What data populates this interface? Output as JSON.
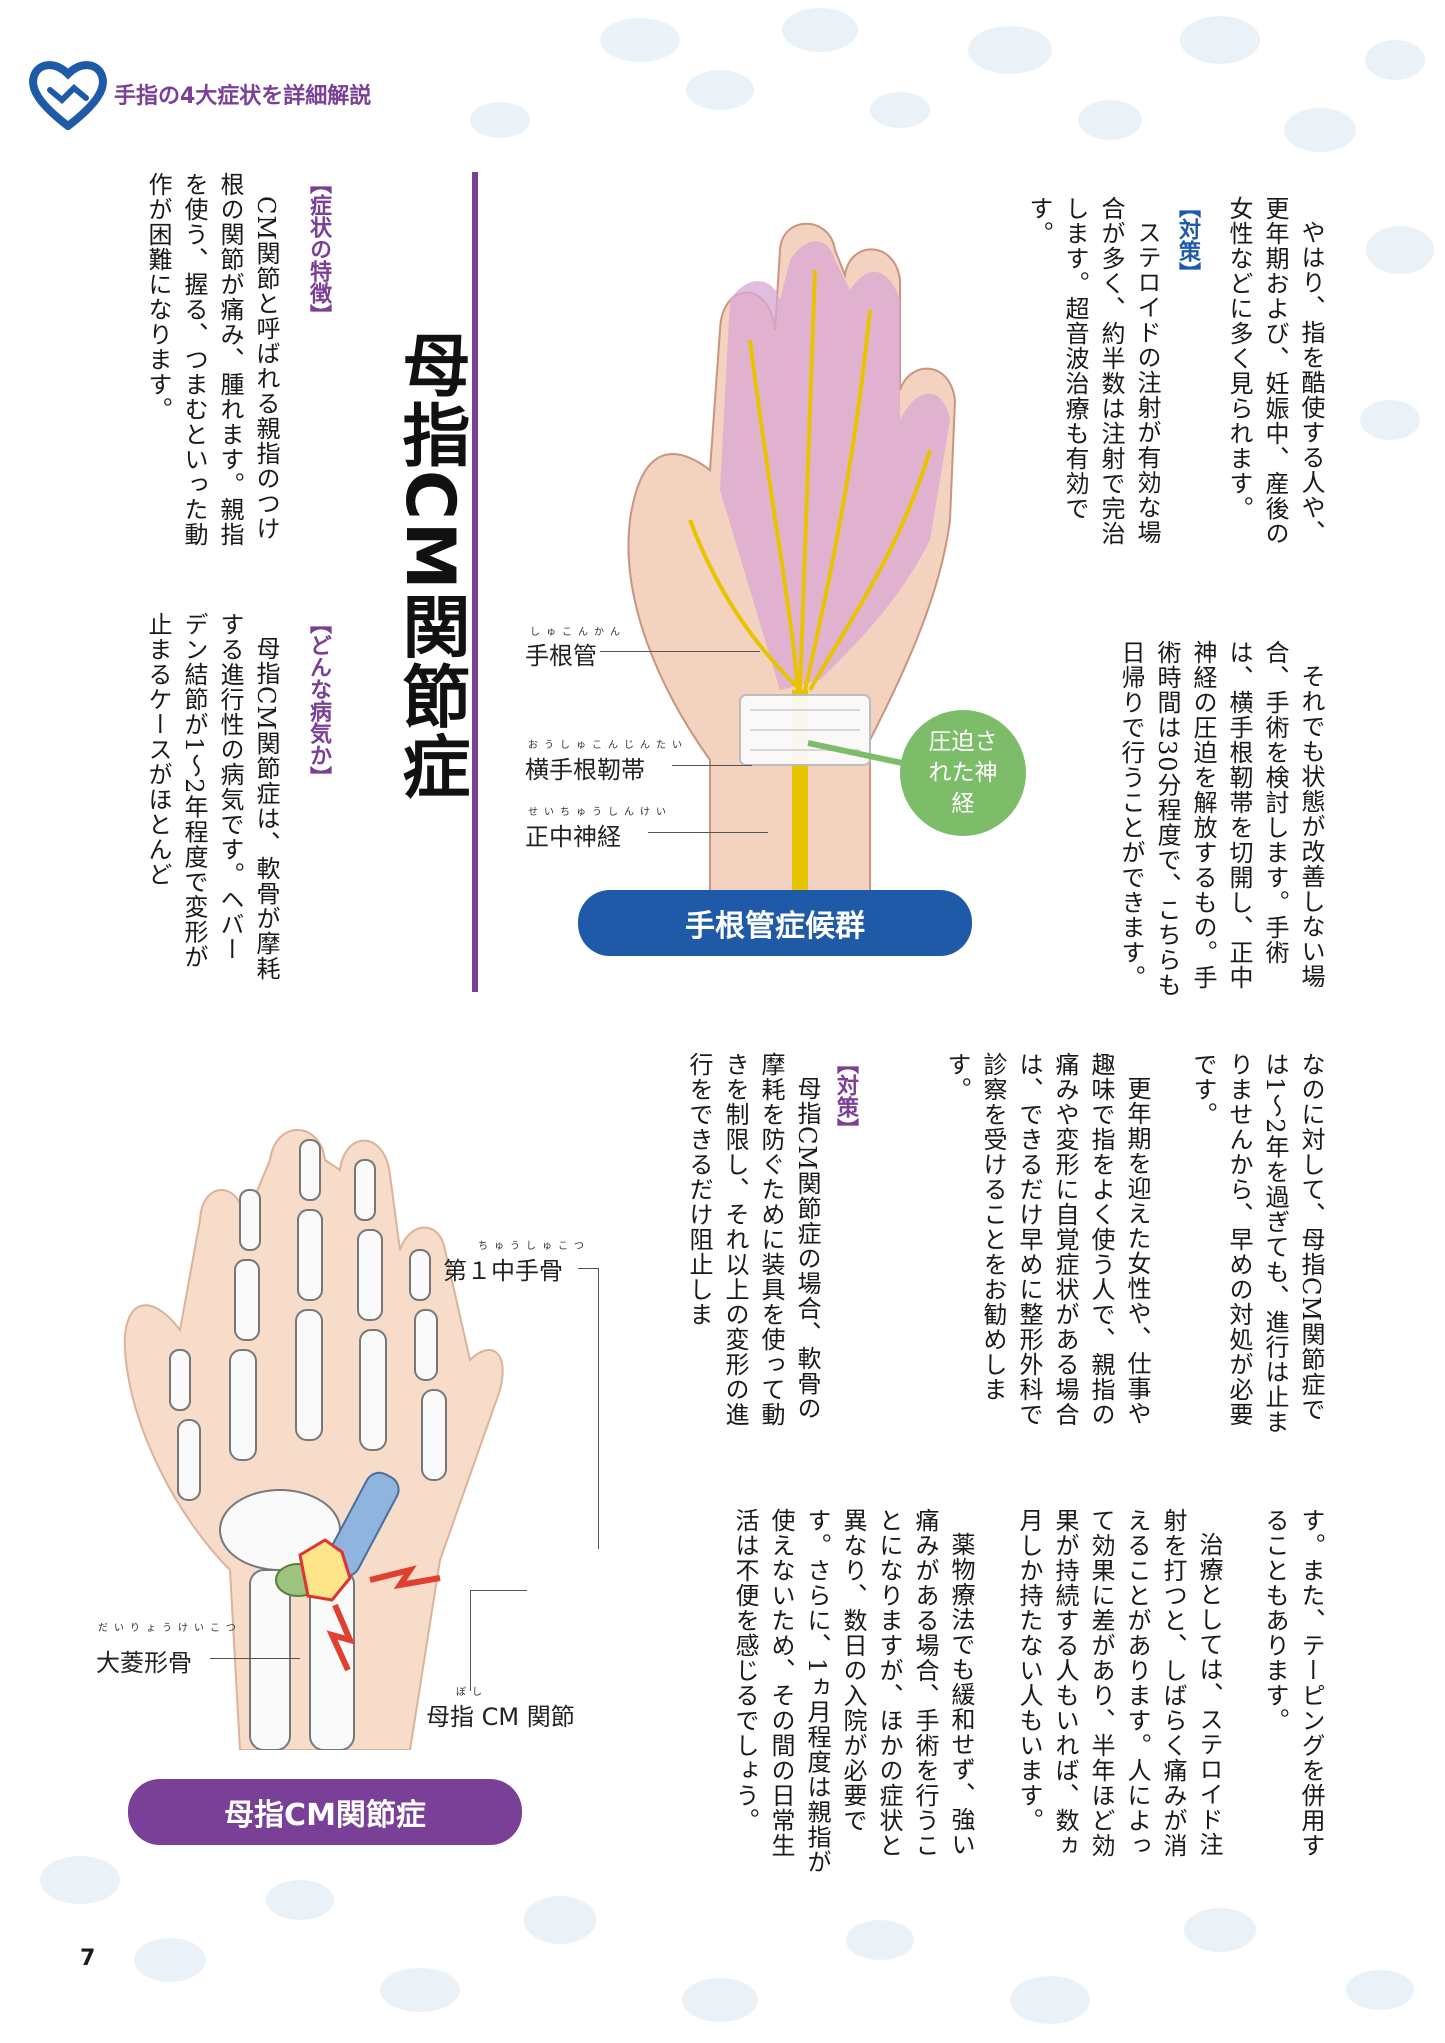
{
  "header": {
    "section_title": "手指の4大症状を詳細解説",
    "accent_color": "#1f5aa8",
    "title_color": "#7a3f97"
  },
  "page_number": "7",
  "top_right": {
    "p1": "やはり、指を酷使する人や、更年期および、妊娠中、産後の女性などに多く見られます。",
    "taisaku_heading": "【対策】",
    "p2": "ステロイドの注射が有効な場合が多く、約半数は注射で完治します。超音波治療も有効です。",
    "p3": "それでも状態が改善しない場合、手術を検討します。手術は、横手根靭帯を切開し、正中神経の圧迫を解放するもの。手術時間は30分程度で、こちらも日帰りで行うことができます。"
  },
  "carpal_figure": {
    "labels": {
      "carpal_tunnel": "手根管",
      "carpal_tunnel_ruby": "しゅこんかん",
      "ligament": "横手根靭帯",
      "ligament_ruby": "おうしゅこんじんたい",
      "median_nerve": "正中神経",
      "median_nerve_ruby": "せいちゅうしんけい",
      "compressed_nerve": "圧迫された神経"
    },
    "caption": "手根管症候群",
    "caption_color": "#1f5aa8",
    "badge_color": "#7dbd69"
  },
  "main_title": "母指CM関節症",
  "left_top": {
    "symptoms_heading": "【症状の特徴】",
    "symptoms_body": "CM関節と呼ばれる親指のつけ根の関節が痛み、腫れます。親指を使う、握る、つまむといった動作が困難になります。",
    "disease_heading": "【どんな病気か】",
    "disease_body": "母指CM関節症は、軟骨が摩耗する進行性の病気です。ヘバーデン結節が1〜2年程度で変形が止まるケースがほとんど"
  },
  "bottom_right": {
    "p1": "なのに対して、母指CM関節症では1〜2年を過ぎても、進行は止まりませんから、早めの対処が必要です。",
    "p2": "更年期を迎えた女性や、仕事や趣味で指をよく使う人で、親指の痛みや変形に自覚症状がある場合は、できるだけ早めに整形外科で診察を受けることをお勧めします。",
    "taisaku_heading": "【対策】",
    "p3": "母指CM関節症の場合、軟骨の摩耗を防ぐために装具を使って動きを制限し、それ以上の変形の進行をできるだけ阻止しま",
    "p4": "す。また、テーピングを併用することもあります。",
    "p5": "治療としては、ステロイド注射を打つと、しばらく痛みが消えることがあります。人によって効果に差があり、半年ほど効果が持続する人もいれば、数ヵ月しか持たない人もいます。",
    "p6": "薬物療法でも緩和せず、強い痛みがある場合、手術を行うことになりますが、ほかの症状と異なり、数日の入院が必要です。さらに、1ヵ月程度は親指が使えないため、その間の日常生活は不便を感じるでしょう。"
  },
  "cm_figure": {
    "labels": {
      "metacarpal": "第１中手骨",
      "metacarpal_ruby": "ちゅうしゅこつ",
      "trapezium": "大菱形骨",
      "trapezium_ruby": "だいりょうけいこつ",
      "cm_joint": "母指 CM 関節",
      "cm_joint_ruby": "ぼし"
    },
    "caption": "母指CM関節症",
    "caption_color": "#7a3f97"
  }
}
